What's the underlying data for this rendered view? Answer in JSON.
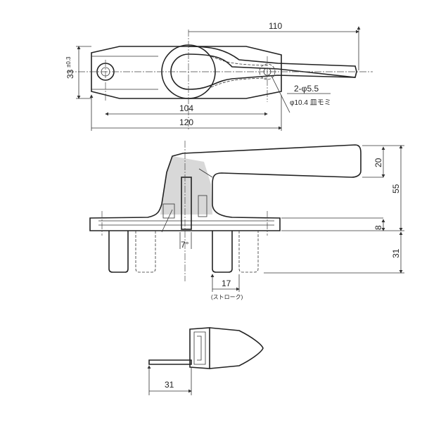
{
  "top_view": {
    "dim_overall_lever": "110",
    "dim_width": "33",
    "dim_width_tol": "±0.3",
    "hole_note_count": "2-φ5.5",
    "hole_note_countersink": "φ10.4 皿モミ",
    "dim_hole_pitch": "104",
    "dim_base_length": "120"
  },
  "side_view": {
    "dim_handle_thickness": "20",
    "dim_total_height": "55",
    "dim_base_thickness": "8",
    "dim_angle": "7°",
    "dim_hook_depth": "31",
    "dim_stroke": "17",
    "stroke_label": "(ストローク)"
  },
  "bottom_view": {
    "dim_rod": "31"
  }
}
